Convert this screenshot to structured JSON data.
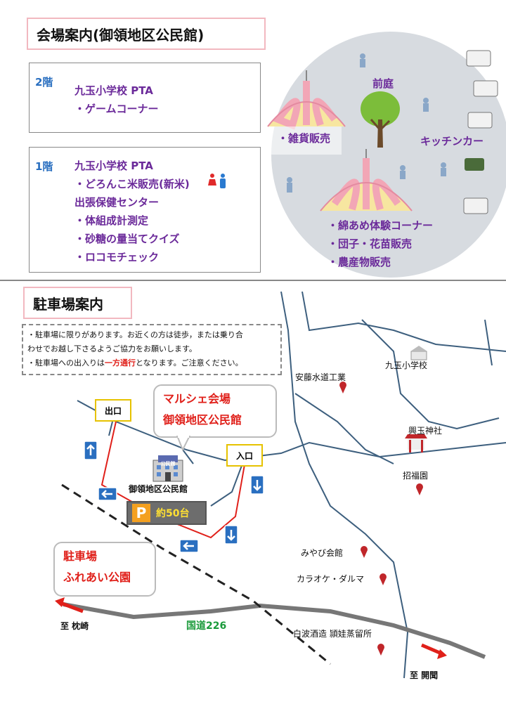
{
  "venue": {
    "title": "会場案内(御領地区公民館)",
    "floor2": {
      "label": "2階",
      "lines": [
        "九玉小学校 PTA",
        "・ゲームコーナー"
      ]
    },
    "floor1": {
      "label": "1階",
      "lines": [
        "九玉小学校 PTA",
        "・どろんこ米販売(新米)",
        "出張保健センター",
        "・体組成計測定",
        "・砂糖の量当てクイズ",
        "・ロコモチェック"
      ]
    },
    "courtyard": {
      "label": "前庭",
      "kitchen": "キッチンカー",
      "goods": "・雑貨販売",
      "tent_items": [
        "・綿あめ体験コーナー",
        "・団子・花苗販売",
        "・農産物販売"
      ]
    }
  },
  "parking_info": {
    "title": "駐車場案内",
    "notice_lines": [
      "・駐車場に限りがあります。お近くの方は徒歩，または乗り合",
      "わせでお越し下さるようご協力をお願いします。"
    ],
    "notice_line3_before": "・駐車場への出入りは",
    "notice_line3_highlight": "一方通行",
    "notice_line3_after": "となります。ご注意ください。"
  },
  "map": {
    "exit_label": "出口",
    "entrance_label": "入口",
    "marche_bubble": [
      "マルシェ会場",
      "御領地区公民館"
    ],
    "building_sign": "公民館",
    "building_label": "御領地区公民館",
    "parking_capacity": "約50台",
    "parking_symbol": "P",
    "parking_bubble": [
      "駐車場",
      "ふれあい公園"
    ],
    "route": "国道226",
    "to_makurazaki": "至 枕崎",
    "to_kaimon": "至 開聞",
    "landmarks": {
      "ando": "安藤水道工業",
      "kudama_school": "九玉小学校",
      "koudama_shrine": "興玉神社",
      "shofukuen": "招福園",
      "miyabi": "みやび会館",
      "karaoke": "カラオケ・ダルマ",
      "shiranami": "白波酒造 頴娃蒸留所"
    }
  },
  "colors": {
    "floor_label": "#2a6fc0",
    "event_text": "#6b2a9a",
    "accent_red": "#e0201a",
    "title_border": "#f2b8c0",
    "route_green": "#1a9a3a",
    "road": "#3d5f7e",
    "one_way_loop": "#e0201a",
    "courtyard_fill": "#d7dbe0"
  }
}
